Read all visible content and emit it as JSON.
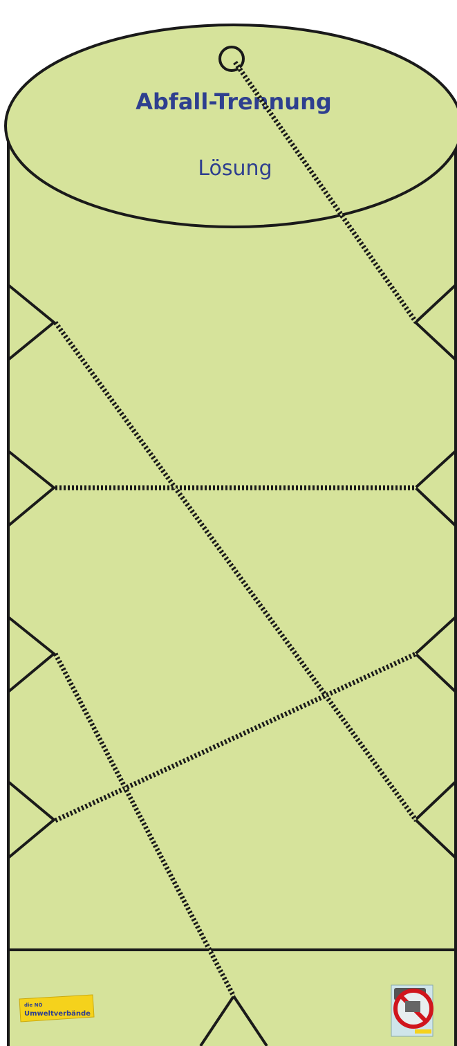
{
  "worksheet": {
    "title": "Abfall-Trennung",
    "subtitle": "Lösung",
    "colors": {
      "fill": "#d6e39b",
      "stroke": "#1a1a1a",
      "text": "#2e3f8f",
      "logo_bg": "#f5d21c"
    },
    "footer": {
      "logo_small": "die NÖ",
      "logo_main": "Umweltverbände",
      "badge_icon": "trash-prohibition-badge-icon"
    }
  }
}
